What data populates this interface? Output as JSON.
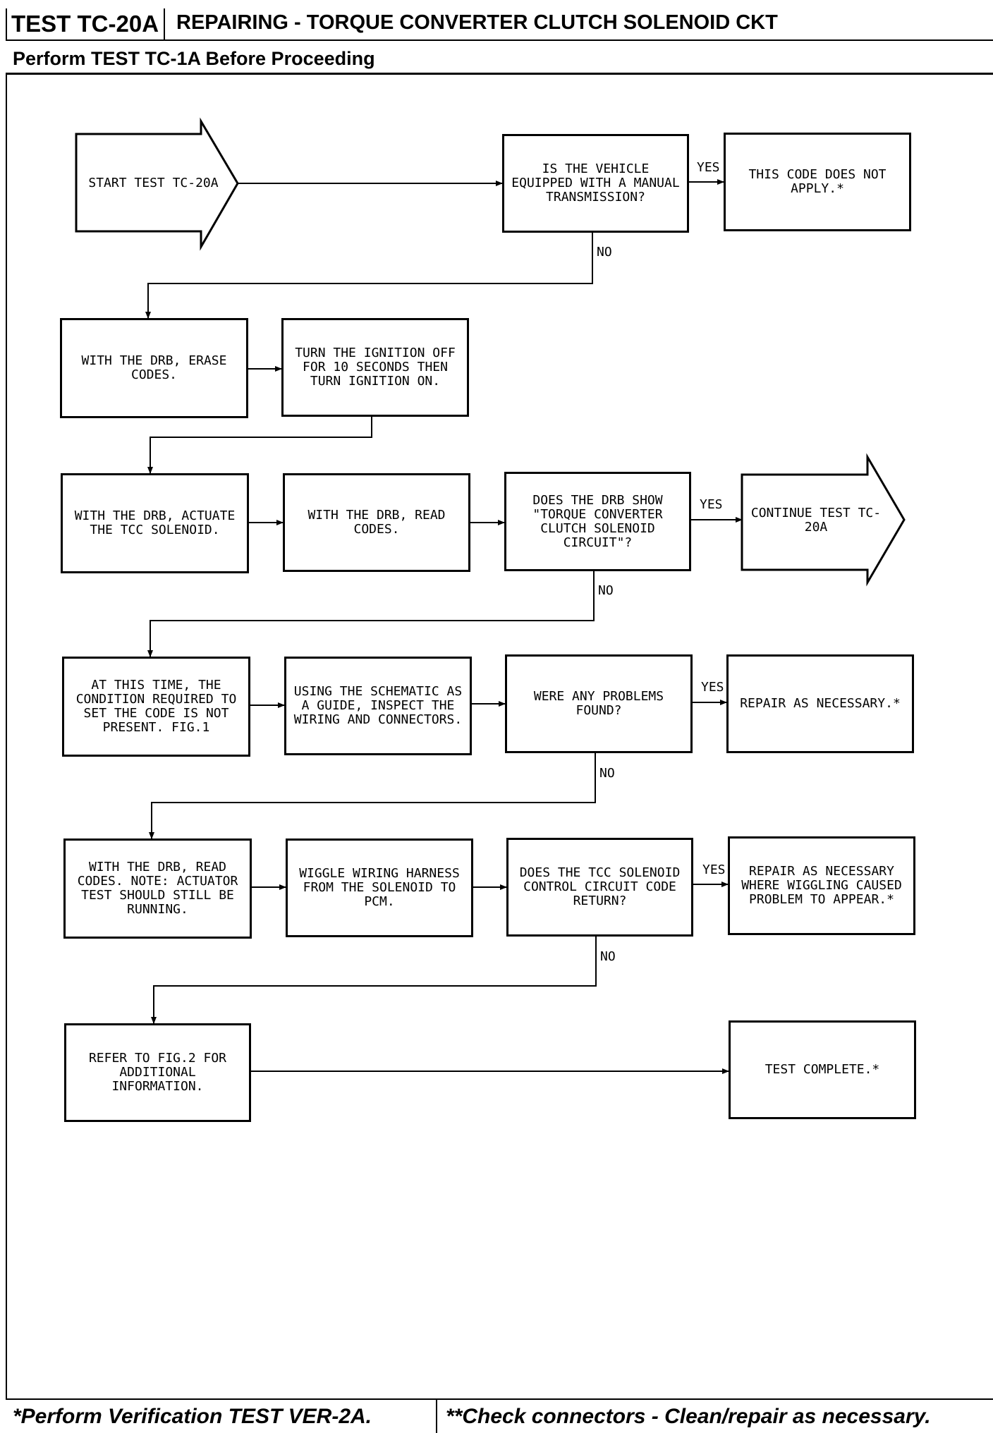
{
  "header": {
    "test_id": "TEST TC-20A",
    "title": "REPAIRING - TORQUE CONVERTER CLUTCH SOLENOID CKT",
    "subtitle": "Perform TEST TC-1A Before Proceeding"
  },
  "flowchart": {
    "start": "START TEST TC-20A",
    "q_manual": "IS THE VEHICLE EQUIPPED WITH A MANUAL TRANSMISSION?",
    "r_not_apply": "THIS CODE DOES NOT APPLY.*",
    "a_erase": "WITH THE DRB, ERASE CODES.",
    "a_ignition": "TURN THE IGNITION OFF FOR 10 SECONDS THEN TURN IGNITION ON.",
    "a_actuate": "WITH THE DRB, ACTUATE THE TCC SOLENOID.",
    "a_read1": "WITH THE DRB, READ CODES.",
    "q_drb_show": "DOES THE DRB SHOW \"TORQUE CONVERTER CLUTCH SOLENOID CIRCUIT\"?",
    "r_continue": "CONTINUE TEST TC-20A",
    "a_condition": "AT THIS TIME, THE CONDITION REQUIRED TO SET THE CODE IS NOT PRESENT. FIG.1",
    "a_schematic": "USING THE SCHEMATIC AS A GUIDE, INSPECT THE WIRING AND CONNECTORS.",
    "q_problems": "WERE ANY PROBLEMS FOUND?",
    "r_repair1": "REPAIR AS NECESSARY.*",
    "a_read2": "WITH THE DRB, READ CODES. NOTE: ACTUATOR TEST SHOULD STILL BE RUNNING.",
    "a_wiggle": "WIGGLE WIRING HARNESS FROM THE SOLENOID TO PCM.",
    "q_return": "DOES THE TCC SOLENOID CONTROL CIRCUIT CODE RETURN?",
    "r_repair2": "REPAIR AS NECESSARY WHERE WIGGLING CAUSED PROBLEM TO APPEAR.*",
    "a_refer": "REFER TO FIG.2 FOR ADDITIONAL INFORMATION.",
    "r_complete": "TEST COMPLETE.*",
    "yes": "YES",
    "no": "NO"
  },
  "footer": {
    "left": "*Perform Verification TEST VER-2A.",
    "right": "**Check connectors - Clean/repair as necessary."
  }
}
